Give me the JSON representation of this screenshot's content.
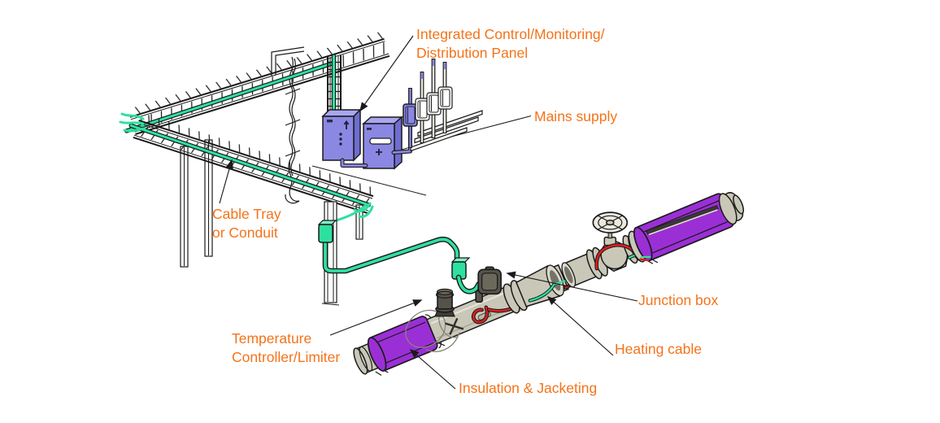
{
  "labels": {
    "integrated_panel": {
      "line1": "Integrated Control/Monitoring/",
      "line2": "Distribution Panel"
    },
    "mains_supply": {
      "line1": "Mains supply"
    },
    "cable_tray": {
      "line1": "Cable Tray",
      "line2": "or Conduit"
    },
    "temperature_controller": {
      "line1": "Temperature",
      "line2": "Controller/Limiter"
    },
    "insulation_jacketing": {
      "line1": "Insulation & Jacketing"
    },
    "junction_box": {
      "line1": "Junction box"
    },
    "heating_cable": {
      "line1": "Heating cable"
    }
  },
  "colors": {
    "label_orange": "#F4731A",
    "cable_teal": "#2EE0A0",
    "conduit_purple": "#8A88E2",
    "insulation_purple": "#9B2FD6",
    "heating_red": "#DE1F1F",
    "pipe_gray": "#C9C8B8",
    "box_dark": "#56534B",
    "ink": "#1A1A1A"
  }
}
